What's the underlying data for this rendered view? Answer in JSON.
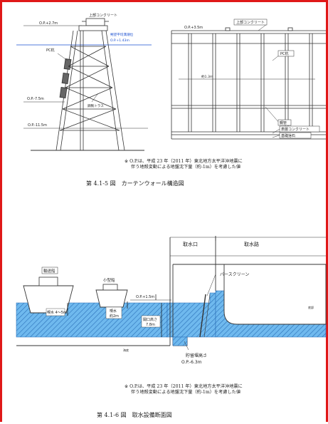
{
  "figure1": {
    "labels": {
      "top_concrete_left": "上部コンクリート",
      "op_left": "O.P.+2.7m",
      "design_water_1": "朔望平均満潮位",
      "design_water_2": "O.P.+1.43m",
      "pc_pile_left": "PC杭",
      "op_mid": "O.P.-7.5m",
      "steel_truss": "鋼製トラス",
      "op_bottom": "O.P.-11.5m",
      "op_right_top": "O.P.+3.5m",
      "top_concrete_right": "上部コンクリート",
      "pc_pile_right": "PC杭",
      "dim_pitch": "約1.3m",
      "steel_pipe": "鋼管",
      "surface_concrete": "表層コンクリート",
      "base_rubble": "基礎捨石"
    },
    "note_line1": "※ O.P.は、平成 23 年（2011 年）東北地方太平洋沖地震に",
    "note_line2": "伴う地殻変動による地盤沈下量（約-1m）を考慮した値",
    "caption": "第 4.1-5 図　カーテンウォール構造図"
  },
  "figure2": {
    "labels": {
      "intake_mouth": "取水口",
      "intake_channel": "取水路",
      "bar_screen": "バースクリーン",
      "transport_ship": "輸送船",
      "small_ship": "小型船",
      "op_level": "O.P.+1.5m",
      "draft_left": "喫水 4～5m",
      "draft_mid_1": "喫水",
      "draft_mid_2": "約2m",
      "opening_1": "開口高さ",
      "opening_2": "7.8m",
      "sill_1": "貯留堰高さ",
      "sill_2": "O.P.-6.3m",
      "seabed_left": "海底",
      "seabed_right": "底部"
    },
    "note_line1": "※ O.P.は、平成 23 年（2011 年）東北地方太平洋沖地震に",
    "note_line2": "伴う地殻変動による地盤沈下量（約-1m）を考慮した値",
    "caption": "第 4.1-6 図　取水設備断面図"
  },
  "colors": {
    "frame_red": "#e01818",
    "water_blue": "#5fb0ea",
    "water_hatch": "#2a6fb8",
    "design_line": "#1a4fd0"
  }
}
